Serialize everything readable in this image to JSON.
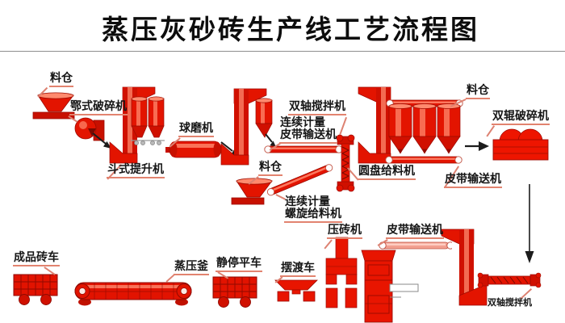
{
  "title": "蒸压灰砂砖生产线工艺流程图",
  "labels": {
    "silo_top_left": "料仓",
    "jaw_crusher": "鄂式破碎机",
    "bucket_elevator": "斗式提升机",
    "ball_mill": "球磨机",
    "twin_shaft_mixer_top": "双轴搅拌机",
    "continuous_belt_line1": "连续计量",
    "continuous_belt_line2": "皮带输送机",
    "silo_top_right": "料仓",
    "double_roller_crusher": "双辊破碎机",
    "disc_feeder": "圆盘给料机",
    "belt_conveyor_right": "皮带输送机",
    "silo_middle": "料仓",
    "continuous_screw_line1": "连续计量",
    "continuous_screw_line2": "螺旋给料机",
    "brick_press": "压砖机",
    "belt_conveyor_bottom": "皮带输送机",
    "finished_brick_cart": "成品砖车",
    "autoclave": "蒸压釜",
    "static_curing_cart": "静停平车",
    "ferry_cart": "摆渡车",
    "twin_shaft_mixer_bottom": "双轴搅拌机"
  },
  "colors": {
    "machine_red": "#e31400",
    "machine_red_dark": "#9c0b00",
    "machine_red_deep": "#c81000",
    "machine_highlight": "#ff8a6e",
    "leader_line": "#dd8272",
    "label_underline": "#e2836f",
    "text": "#151515",
    "arrow": "#1c1c1c",
    "divider": "#8f8f8f",
    "background": "#ffffff"
  }
}
